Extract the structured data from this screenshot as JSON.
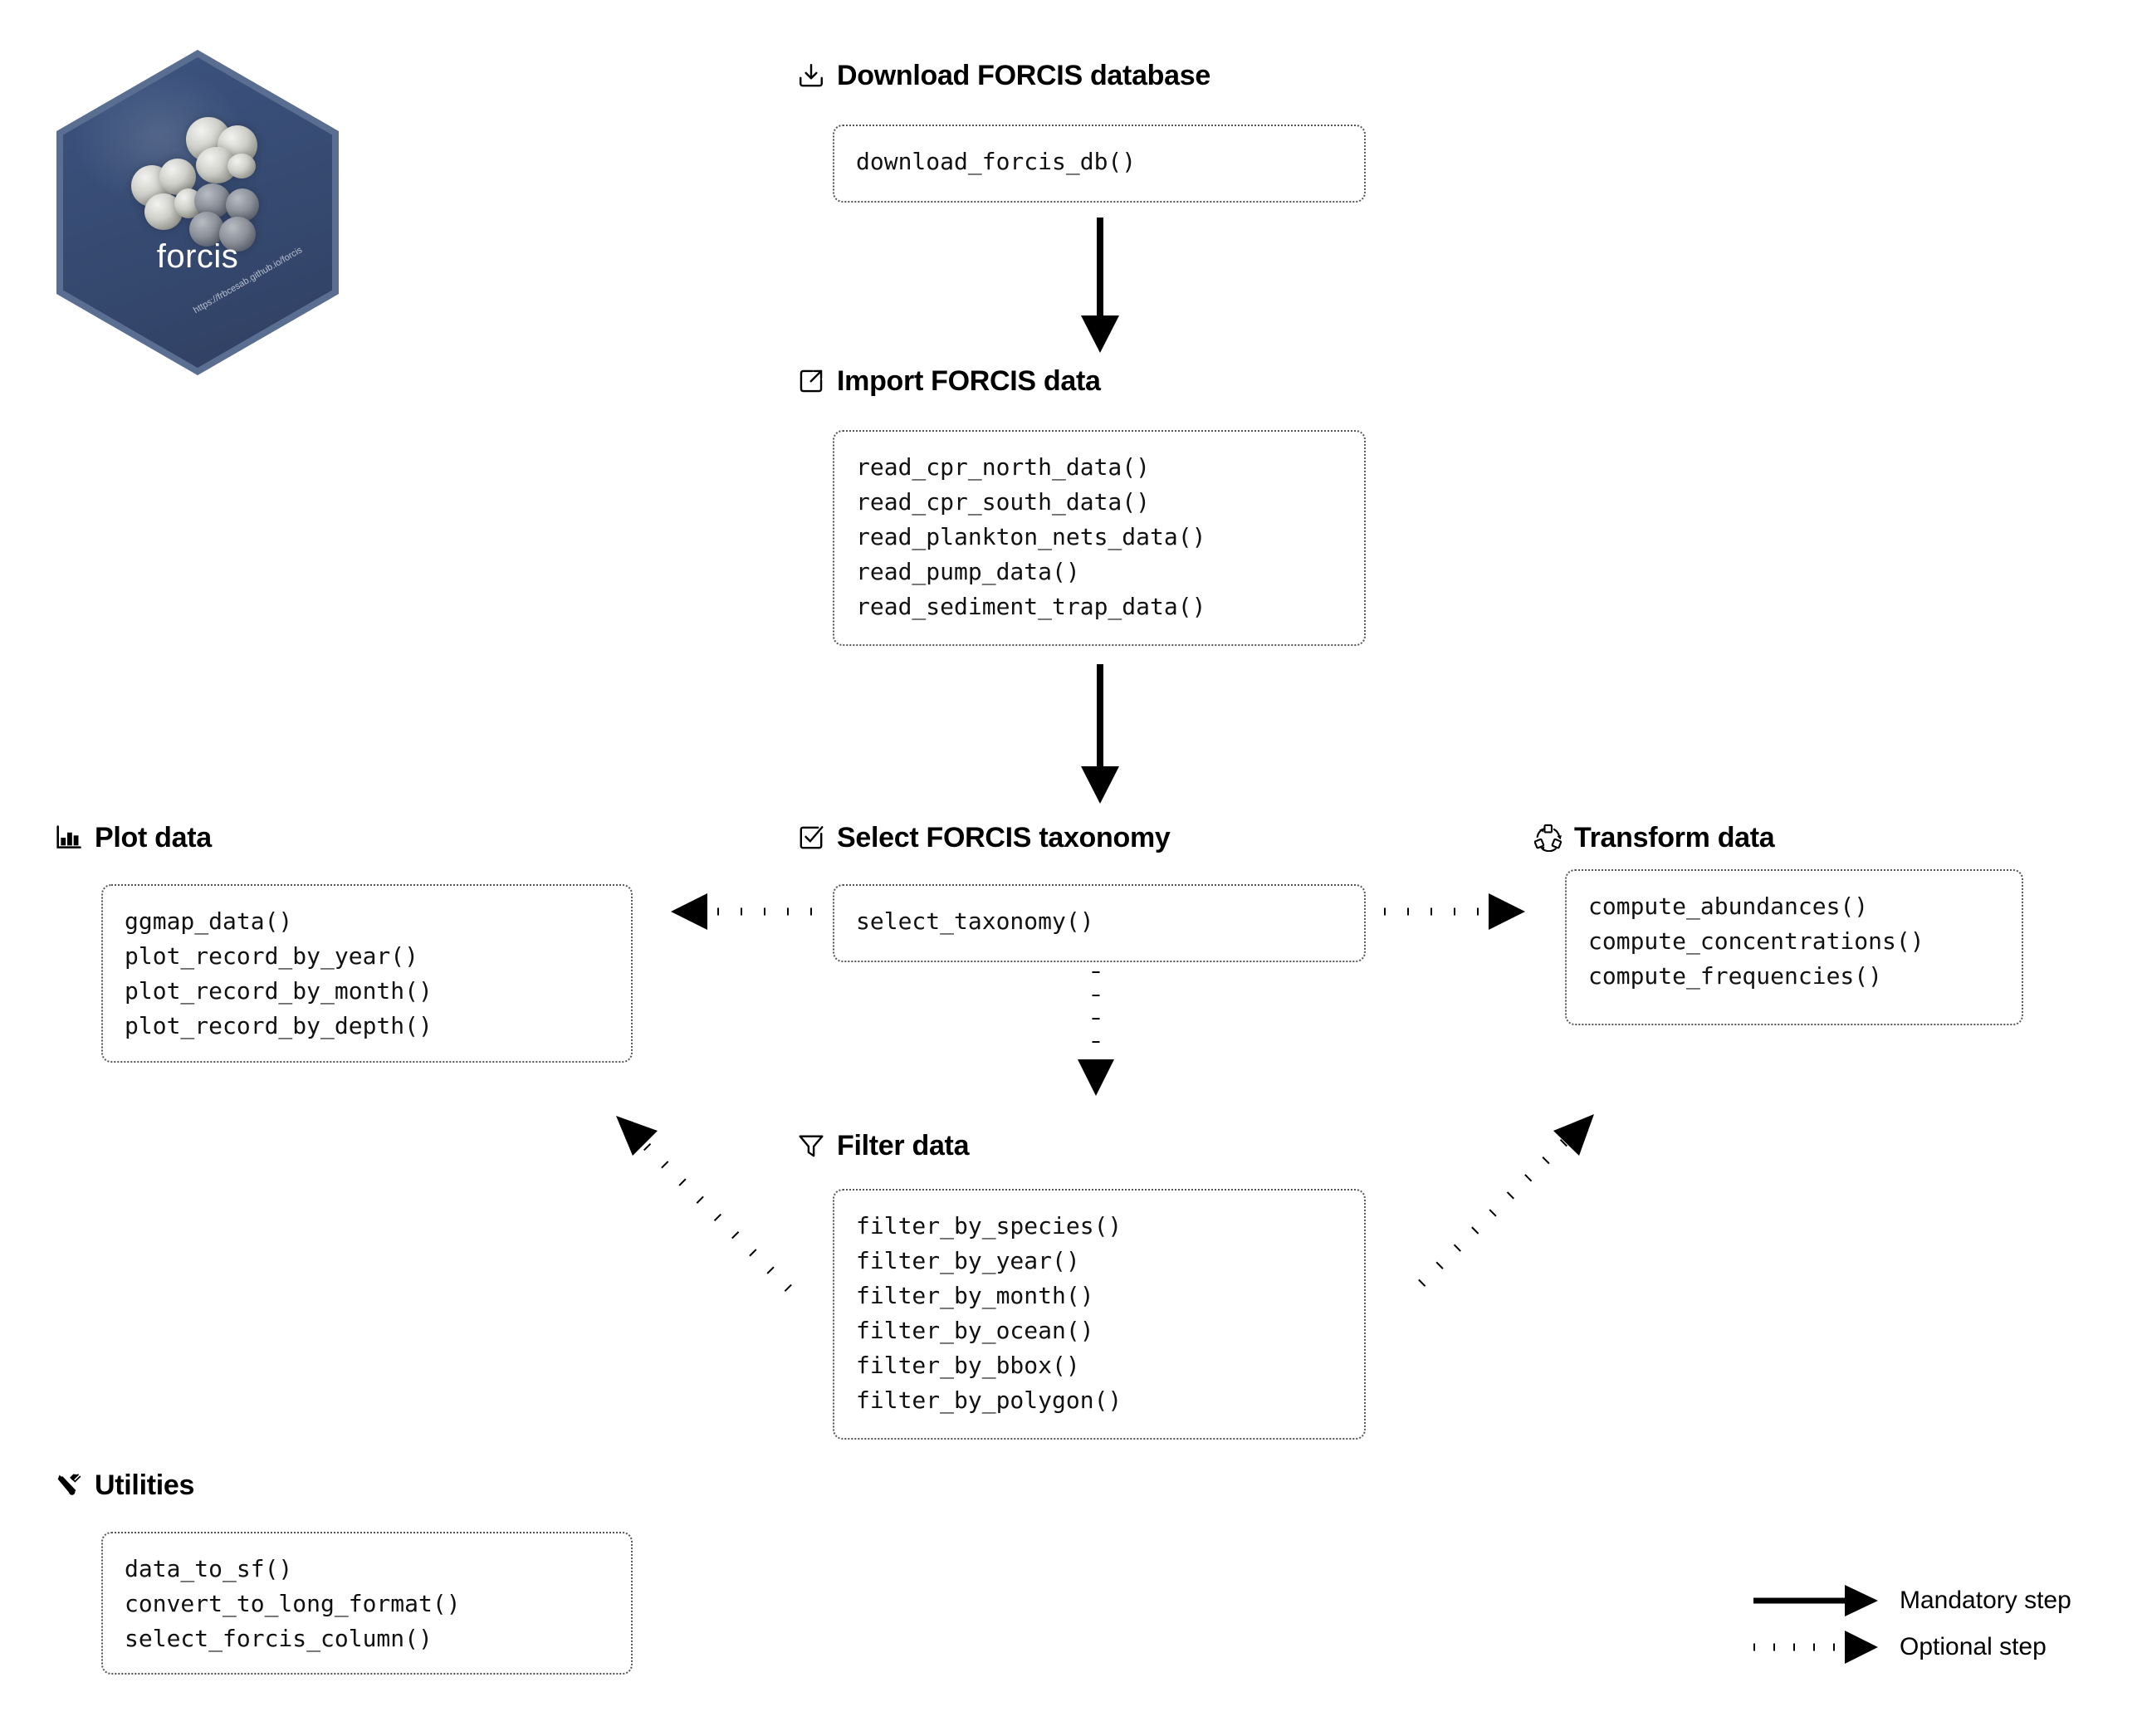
{
  "logo": {
    "name": "forcis",
    "url": "https://frbcesab.github.io/forcis",
    "hex_fill": "#35486e",
    "hex_border": "#5a6e92"
  },
  "sections": [
    {
      "id": "download",
      "icon": "download-box-icon",
      "title": "Download FORCIS database",
      "functions": [
        "download_forcis_db()"
      ]
    },
    {
      "id": "import",
      "icon": "import-box-arrow-icon",
      "title": "Import FORCIS data",
      "functions": [
        "read_cpr_north_data()",
        "read_cpr_south_data()",
        "read_plankton_nets_data()",
        "read_pump_data()",
        "read_sediment_trap_data()"
      ]
    },
    {
      "id": "plot",
      "icon": "bar-chart-icon",
      "title": "Plot data",
      "functions": [
        "ggmap_data()",
        "plot_record_by_year()",
        "plot_record_by_month()",
        "plot_record_by_depth()"
      ]
    },
    {
      "id": "taxonomy",
      "icon": "checkbox-checked-icon",
      "title": "Select FORCIS taxonomy",
      "functions": [
        "select_taxonomy()"
      ]
    },
    {
      "id": "transform",
      "icon": "transform-cycle-icon",
      "title": "Transform data",
      "functions": [
        "compute_abundances()",
        "compute_concentrations()",
        "compute_frequencies()"
      ]
    },
    {
      "id": "filter",
      "icon": "funnel-icon",
      "title": "Filter data",
      "functions": [
        "filter_by_species()",
        "filter_by_year()",
        "filter_by_month()",
        "filter_by_ocean()",
        "filter_by_bbox()",
        "filter_by_polygon()"
      ]
    },
    {
      "id": "utilities",
      "icon": "tools-icon",
      "title": "Utilities",
      "functions": [
        "data_to_sf()",
        "convert_to_long_format()",
        "select_forcis_column()"
      ]
    }
  ],
  "legend": {
    "mandatory_label": "Mandatory step",
    "optional_label": "Optional step"
  },
  "colors": {
    "line": "#000000",
    "box_border": "#555555",
    "text": "#000000"
  }
}
